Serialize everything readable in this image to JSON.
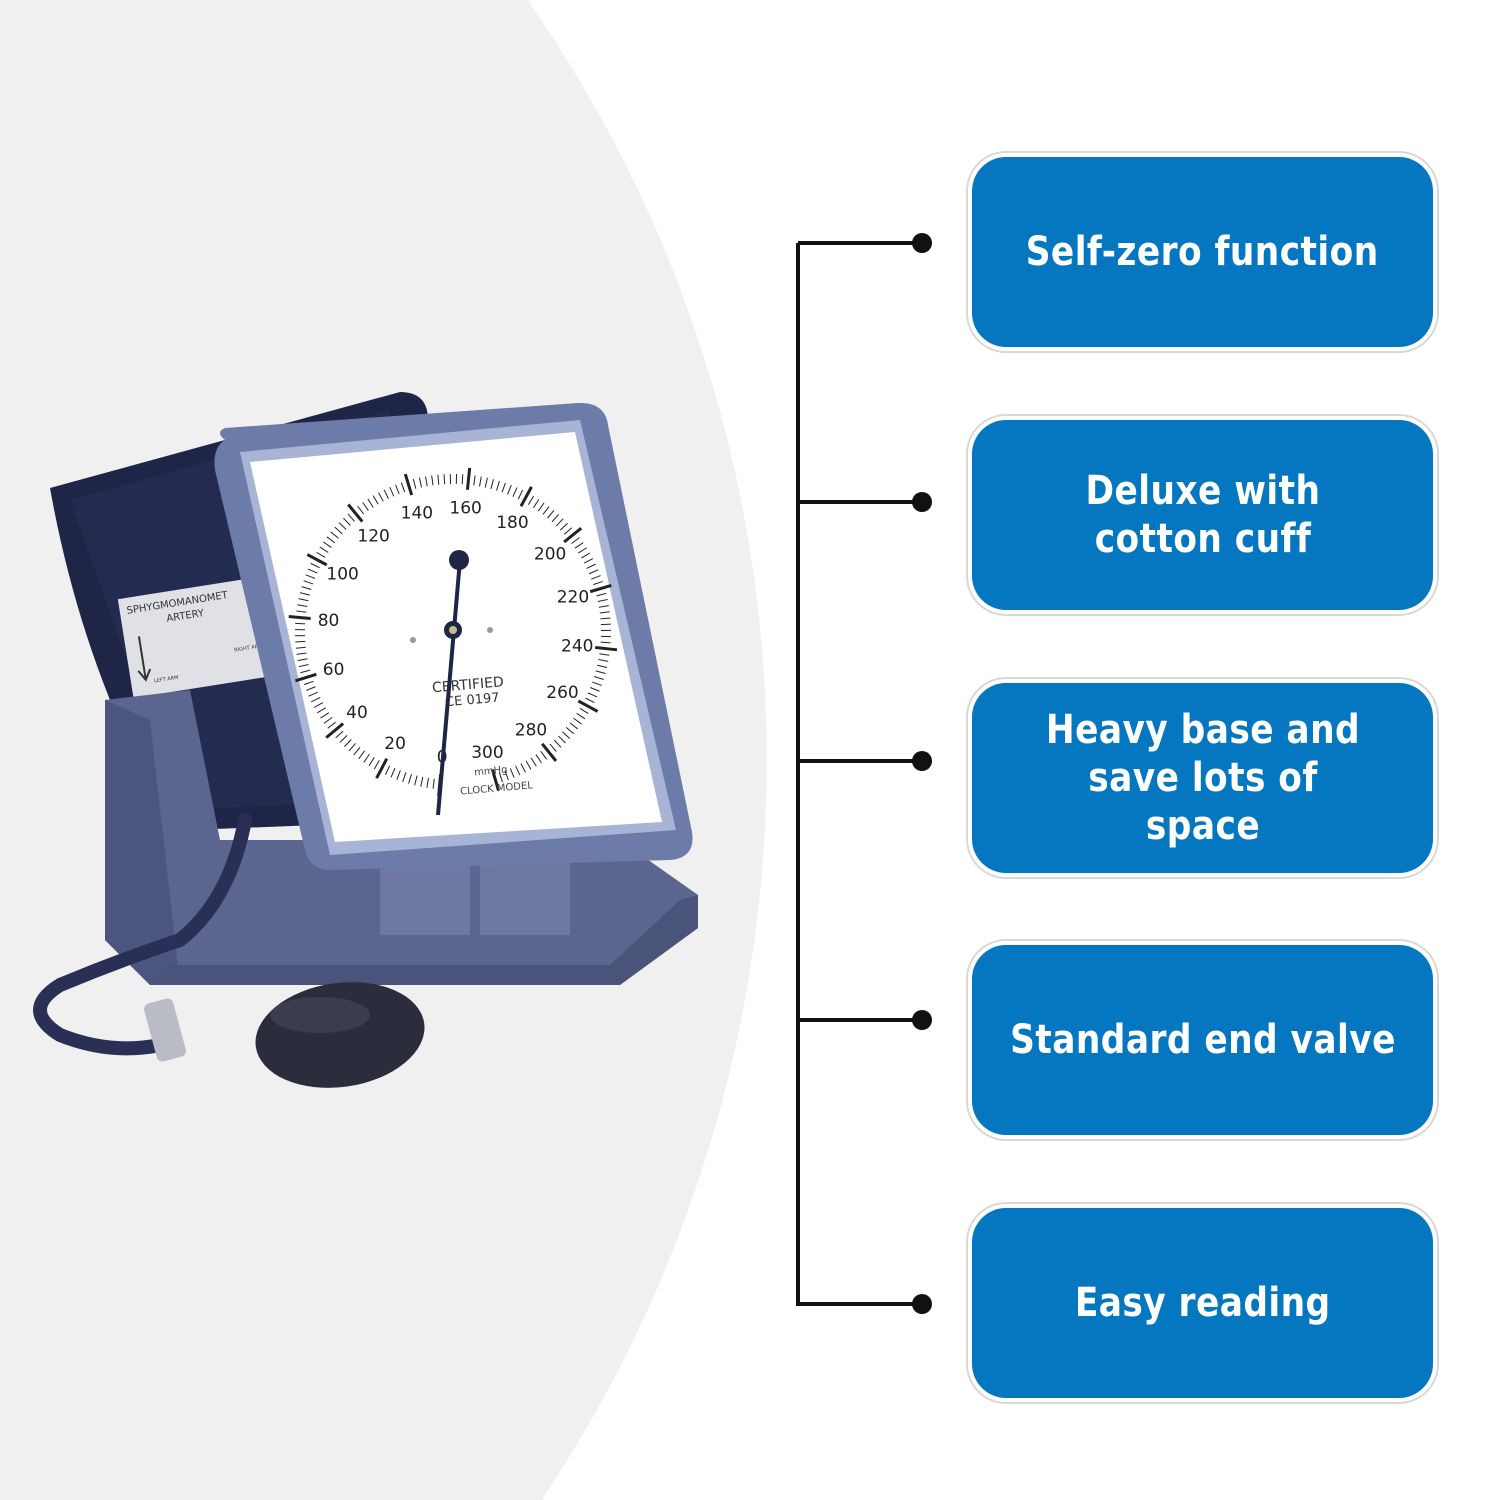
{
  "colors": {
    "feature_box": "#0477c0",
    "connector": "#111111",
    "cuff": "#1f2547",
    "device_frame": "#6d7ba8",
    "base": "#5b6590",
    "background_arc": "#f0f0f0"
  },
  "features": [
    {
      "label": "Self-zero function"
    },
    {
      "label": "Deluxe with cotton cuff"
    },
    {
      "label": "Heavy base and save lots of space"
    },
    {
      "label": "Standard end valve"
    },
    {
      "label": "Easy reading"
    }
  ],
  "gauge": {
    "scale_labels": [
      "0",
      "20",
      "40",
      "60",
      "80",
      "100",
      "120",
      "140",
      "160",
      "180",
      "200",
      "220",
      "240",
      "260",
      "280",
      "300"
    ],
    "certified": "CERTIFIED",
    "ce_mark": "CE 0197",
    "unit": "mmHg",
    "model": "CLOCK MODEL",
    "needle_value": 0
  },
  "cuff_label": {
    "title": "SPHYGMOMANOMET",
    "subtitle": "ARTERY",
    "left": "LEFT ARM",
    "right": "RIGHT ARM"
  }
}
